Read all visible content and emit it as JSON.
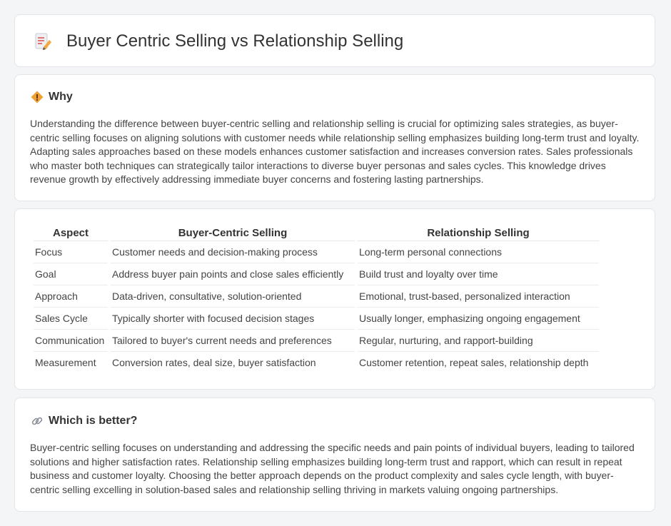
{
  "header": {
    "title": "Buyer Centric Selling vs Relationship Selling"
  },
  "why": {
    "heading": "Why",
    "text": "Understanding the difference between buyer-centric selling and relationship selling is crucial for optimizing sales strategies, as buyer-centric selling focuses on aligning solutions with customer needs while relationship selling emphasizes building long-term trust and loyalty. Adapting sales approaches based on these models enhances customer satisfaction and increases conversion rates. Sales professionals who master both techniques can strategically tailor interactions to diverse buyer personas and sales cycles. This knowledge drives revenue growth by effectively addressing immediate buyer concerns and fostering lasting partnerships."
  },
  "comparison": {
    "headers": [
      "Aspect",
      "Buyer-Centric Selling",
      "Relationship Selling"
    ],
    "rows": [
      [
        "Focus",
        "Customer needs and decision-making process",
        "Long-term personal connections"
      ],
      [
        "Goal",
        "Address buyer pain points and close sales efficiently",
        "Build trust and loyalty over time"
      ],
      [
        "Approach",
        "Data-driven, consultative, solution-oriented",
        "Emotional, trust-based, personalized interaction"
      ],
      [
        "Sales Cycle",
        "Typically shorter with focused decision stages",
        "Usually longer, emphasizing ongoing engagement"
      ],
      [
        "Communication",
        "Tailored to buyer's current needs and preferences",
        "Regular, nurturing, and rapport-building"
      ],
      [
        "Measurement",
        "Conversion rates, deal size, buyer satisfaction",
        "Customer retention, repeat sales, relationship depth"
      ]
    ]
  },
  "better": {
    "heading": "Which is better?",
    "text": "Buyer-centric selling focuses on understanding and addressing the specific needs and pain points of individual buyers, leading to tailored solutions and higher satisfaction rates. Relationship selling emphasizes building long-term trust and rapport, which can result in repeat business and customer loyalty. Choosing the better approach depends on the product complexity and sales cycle length, with buyer-centric selling excelling in solution-based sales and relationship selling thriving in markets valuing ongoing partnerships."
  },
  "icons": {
    "title": "document-pencil-icon",
    "why": "warning-sign-icon",
    "better": "link-icon"
  },
  "colors": {
    "background": "#f4f5f7",
    "card": "#ffffff",
    "accent_orange": "#f0a030"
  }
}
